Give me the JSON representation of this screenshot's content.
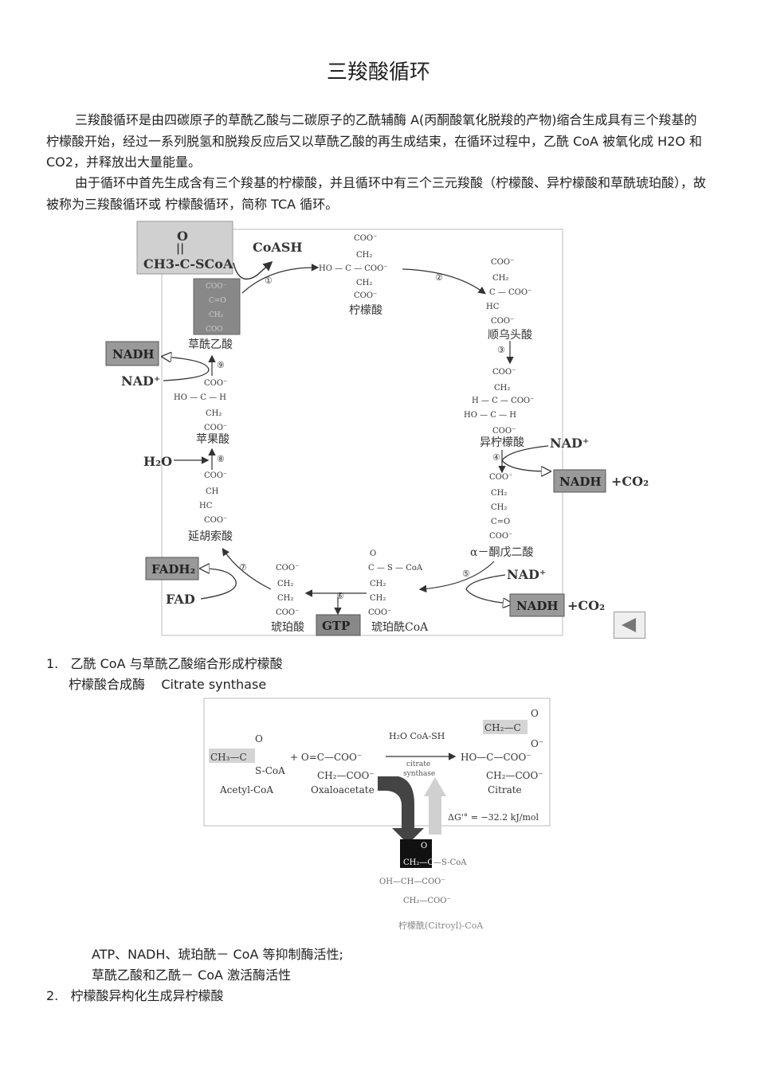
{
  "title": "三羧酸循环",
  "intro": {
    "p1": "三羧酸循环是由四碳原子的草酰乙酸与二碳原子的乙酰辅酶 A(丙酮酸氧化脱羧的产物)缩合生成具有三个羧基的柠檬酸开始，经过一系列脱氢和脱羧反应后又以草酰乙酸的再生成结束，在循环过程中，乙酰 CoA 被氧化成 H2O 和 CO2，并释放出大量能量。",
    "p2": "由于循环中首先生成含有三个羧基的柠檬酸，并且循环中有三个三元羧酸（柠檬酸、异柠檬酸和草酰琥珀酸），故被称为三羧酸循环或 柠檬酸循环，简称 TCA 循环。"
  },
  "cycle": {
    "acetyl_coa_formula": "CH3-C-SCoA",
    "coash": "CoASH",
    "citrate": "柠檬酸",
    "cis_aconitate": "顺乌头酸",
    "isocitrate": "异柠檬酸",
    "alpha_kg": "α－酮戊二酸",
    "succinyl_coa": "琥珀酰CoA",
    "succinate": "琥珀酸",
    "fumarate": "延胡索酸",
    "malate": "苹果酸",
    "oxaloacetate": "草酰乙酸",
    "nadh": "NADH",
    "nad_plus": "NAD⁺",
    "co2": "+CO₂",
    "h2o": "H₂O",
    "fadh2": "FADH₂",
    "fad": "FAD",
    "gtp": "GTP",
    "steps": [
      "①",
      "②",
      "③",
      "④",
      "⑤",
      "⑥",
      "⑦",
      "⑧",
      "⑨"
    ]
  },
  "section1": {
    "heading": "1.   乙酰 CoA 与草酰乙酸缩合形成柠檬酸",
    "enzyme": "柠檬酸合成酶    Citrate synthase"
  },
  "reaction": {
    "acetyl_coa": "Acetyl-CoA",
    "oxaloacetate": "Oxaloacetate",
    "citrate": "Citrate",
    "reagents": "H₂O  CoA-SH",
    "enzyme_line1": "citrate",
    "enzyme_line2": "synthase",
    "delta_g": "ΔG'° = −32.2 kJ/mol",
    "intermediate": "柠檬酰(Citroyl)-CoA"
  },
  "regulation": {
    "inhibit": "ATP、NADH、琥珀酰－ CoA 等抑制酶活性;",
    "activate": "草酰乙酸和乙酰－ CoA 激活酶活性"
  },
  "section2": {
    "heading": "2.   柠檬酸异构化生成异柠檬酸"
  }
}
